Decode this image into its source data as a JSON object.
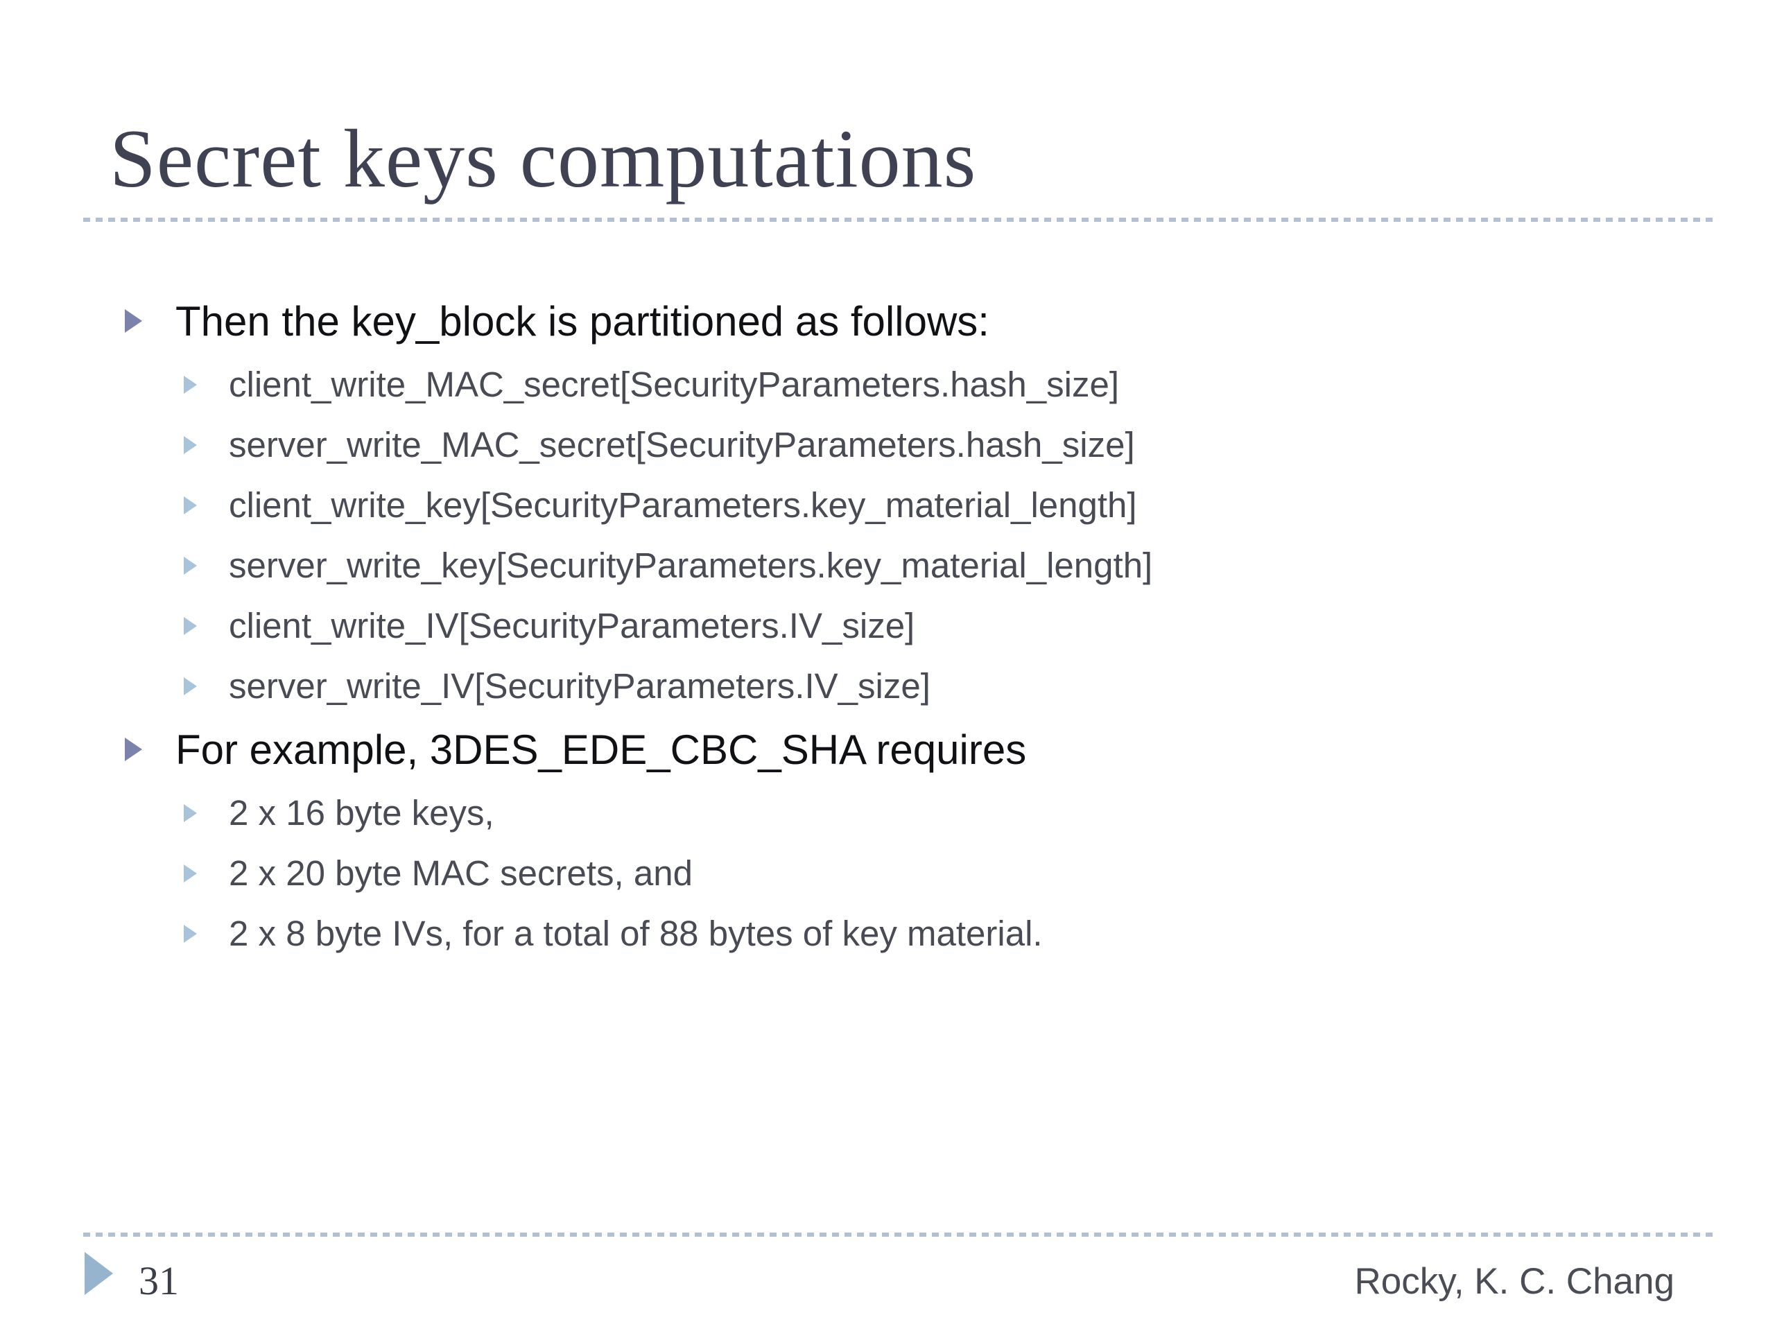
{
  "title": "Secret keys computations",
  "bullets": [
    {
      "level": 1,
      "text": "Then the key_block is partitioned as follows:"
    },
    {
      "level": 2,
      "text": "client_write_MAC_secret[SecurityParameters.hash_size]"
    },
    {
      "level": 2,
      "text": "server_write_MAC_secret[SecurityParameters.hash_size]"
    },
    {
      "level": 2,
      "text": "client_write_key[SecurityParameters.key_material_length]"
    },
    {
      "level": 2,
      "text": "server_write_key[SecurityParameters.key_material_length]"
    },
    {
      "level": 2,
      "text": "client_write_IV[SecurityParameters.IV_size]"
    },
    {
      "level": 2,
      "text": "server_write_IV[SecurityParameters.IV_size]"
    },
    {
      "level": 1,
      "text": "For example, 3DES_EDE_CBC_SHA requires"
    },
    {
      "level": 2,
      "text": "2 x 16 byte keys,"
    },
    {
      "level": 2,
      "text": "2 x 20 byte MAC secrets, and"
    },
    {
      "level": 2,
      "text": "2 x 8 byte IVs, for a total of 88 bytes of key material."
    }
  ],
  "footer": {
    "page_number": "31",
    "author": "Rocky, K. C. Chang"
  },
  "icons": {
    "bullet_level_1": "right-triangle",
    "bullet_level_2": "right-triangle",
    "footer_marker": "right-triangle"
  },
  "colors": {
    "background": "#ffffff",
    "title_text": "#3e4252",
    "level1_text": "#101114",
    "level2_text": "#484b54",
    "level1_triangle": "#7b82ab",
    "level2_triangle": "#a9c3da",
    "footer_triangle": "#96b4cd",
    "dotted_rule": "#b3c0d2",
    "footer_text": "#4a4d55"
  }
}
